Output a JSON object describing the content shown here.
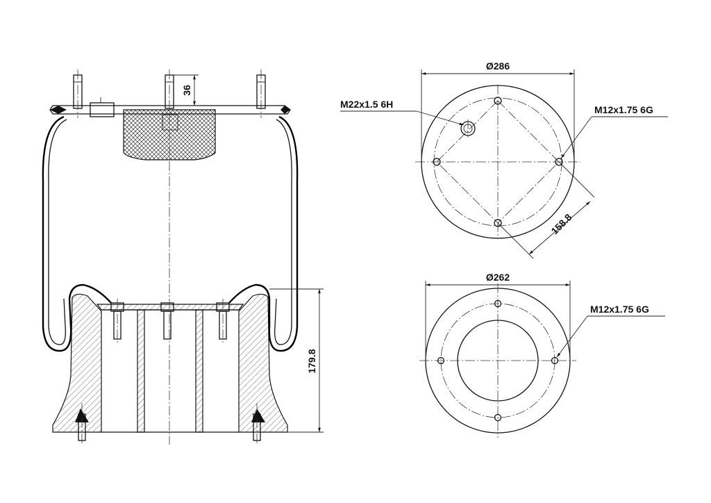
{
  "side_view": {
    "stud_height": "36",
    "height": "179.8"
  },
  "top_plate": {
    "diameter": "Ø286",
    "air_thread": "M22x1.5 6H",
    "stud_thread": "M12x1.75 6G",
    "bolt_spacing": "158.8"
  },
  "bottom_plate": {
    "diameter": "Ø262",
    "stud_thread": "M12x1.75 6G"
  }
}
